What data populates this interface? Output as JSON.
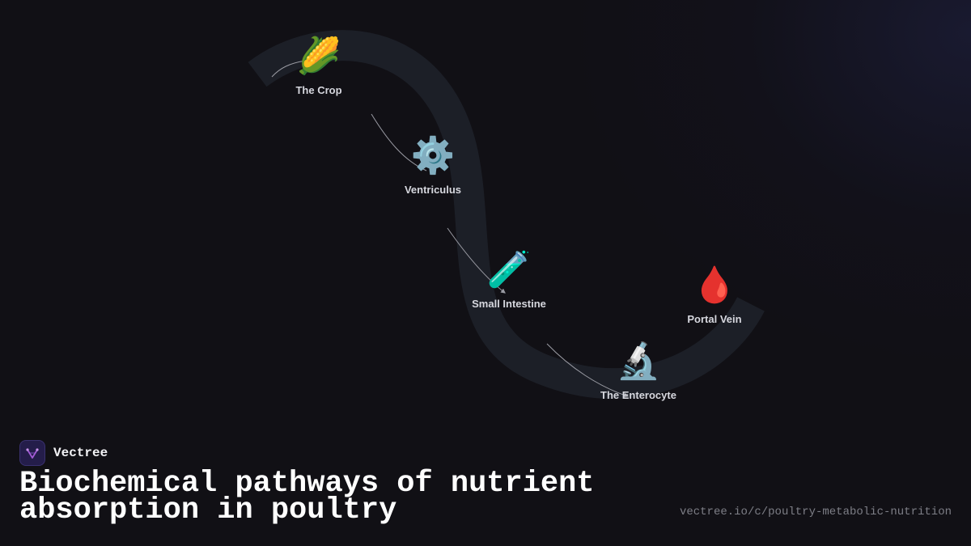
{
  "diagram": {
    "stages": [
      {
        "id": "crop",
        "label": "The Crop",
        "icon": "corn-icon",
        "glyph": "🌽"
      },
      {
        "id": "ventriculus",
        "label": "Ventriculus",
        "icon": "gear-icon",
        "glyph": "⚙️"
      },
      {
        "id": "small-intestine",
        "label": "Small Intestine",
        "icon": "test-tube-icon",
        "glyph": "🧪"
      },
      {
        "id": "enterocyte",
        "label": "The Enterocyte",
        "icon": "microscope-icon",
        "glyph": "🔬"
      },
      {
        "id": "portal-vein",
        "label": "Portal Vein",
        "icon": "blood-drop-icon",
        "glyph": "🩸"
      }
    ]
  },
  "brand": {
    "name": "Vectree",
    "logo_icon": "vectree-logo-icon"
  },
  "title": "Biochemical pathways of nutrient absorption in poultry",
  "url": "vectree.io/c/poultry-metabolic-nutrition",
  "colors": {
    "background": "#111015",
    "path": "#1c1f27",
    "connector": "#9a9ba3",
    "label": "#d6d7de",
    "logo_accent": "#a35bd6"
  }
}
